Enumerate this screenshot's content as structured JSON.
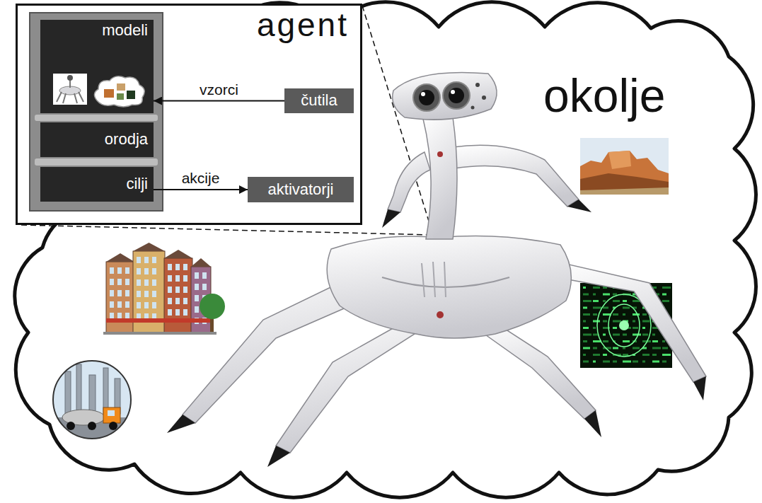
{
  "diagram": {
    "nodes": [
      {
        "text": [
          "agent"
        ]
      },
      {
        "text": [
          "modeli"
        ],
        "in": 0
      },
      {
        "text": [
          "orodja"
        ],
        "in": 0
      },
      {
        "text": [
          "cilji"
        ],
        "in": 0
      },
      {
        "text": [
          "čutila"
        ],
        "in": 0
      },
      {
        "text": [
          "aktivatorji"
        ],
        "in": 0
      },
      {
        "text": [
          "okolje"
        ]
      }
    ],
    "edges": [
      {
        "from": 4,
        "to": 1,
        "label": "vzorci",
        "arrow": "to"
      },
      {
        "from": 3,
        "to": 5,
        "label": "akcije",
        "arrow": "to"
      }
    ]
  }
}
